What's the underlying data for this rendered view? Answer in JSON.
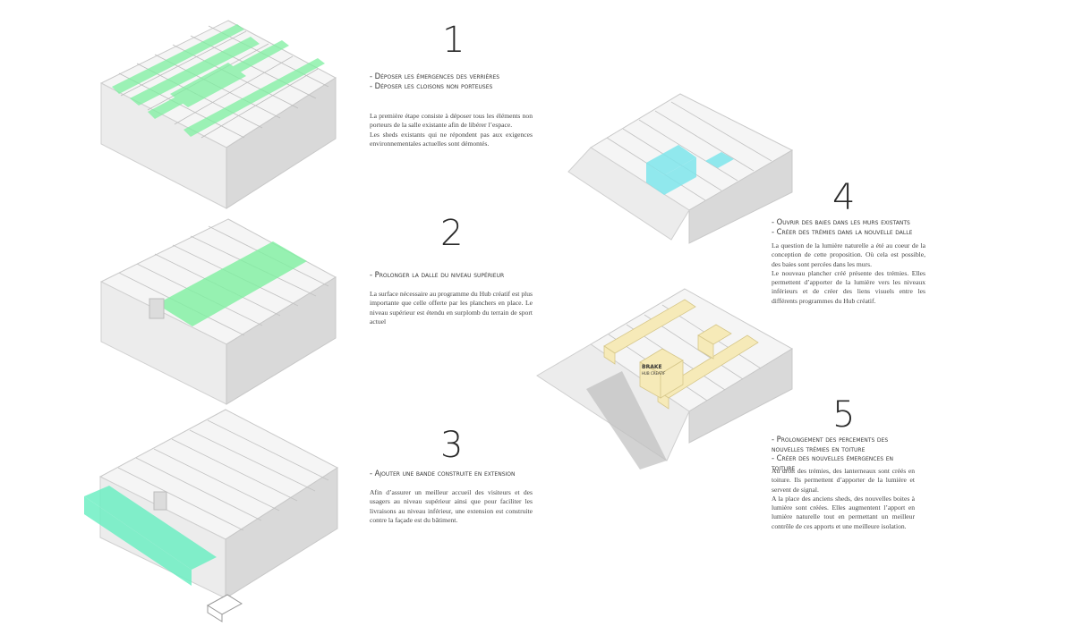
{
  "steps": [
    {
      "number": "1",
      "bullets": [
        "- Déposer les émergences des verrières",
        "- Déposer les cloisons non porteuses"
      ],
      "paragraphs": [
        "La première étape consiste à déposer tous les éléments non porteurs de la salle existante afin de libérer l’espace.",
        "Les sheds existants qui ne répondent pas aux exigences environnementales actuelles sont démontés."
      ]
    },
    {
      "number": "2",
      "bullets": [
        "- Prolonger la dalle du niveau supérieur"
      ],
      "paragraphs": [
        "La surface nécessaire au programme du Hub créatif est plus importante que celle offerte par les planchers en place. Le niveau supérieur est étendu en surplomb du terrain de sport actuel"
      ]
    },
    {
      "number": "3",
      "bullets": [
        "- Ajouter une bande construite en extension"
      ],
      "paragraphs": [
        "Afin d’assurer un meilleur accueil des visiteurs et des usagers au niveau supérieur ainsi que pour faciliter les livraisons au niveau inférieur, une extension est construite contre la façade est du bâtiment."
      ]
    },
    {
      "number": "4",
      "bullets": [
        "- Ouvrir des baies dans les murs existants",
        "- Créer des trémies dans la nouvelle dalle"
      ],
      "paragraphs": [
        "La question de la lumière naturelle a été au coeur de la conception de cette proposition. Où cela est possible, des baies sont percées dans les murs.",
        "Le nouveau plancher créé présente des trémies. Elles permettent d’apporter de la lumière vers les niveaux inférieurs et de créer des liens visuels entre les différents programmes du Hub créatif."
      ]
    },
    {
      "number": "5",
      "bullets": [
        "- Prolongement des percements des nouvelles trémies en toiture",
        "- Créer des nouvelles émergences en toiture"
      ],
      "paragraphs": [
        "Au droit des trémies, des lanterneaux sont créés en toiture. Ils permettent d’apporter de la lumière et servent de signal.",
        "A la place des anciens sheds, des nouvelles boites à lumière sont créées. Elles augmentent l’apport en lumière naturelle tout en permettant un meilleur contrôle de ces apports et une meilleure isolation."
      ]
    }
  ],
  "signage": {
    "line1": "BRAKE",
    "line2": "HUB CREATIF"
  },
  "colors": {
    "green": "#7ef0a0",
    "mint": "#6eefc4",
    "cyan": "#7fe6ec",
    "yellow": "#f6eab8",
    "wall": "#efefef",
    "wallDark": "#d9d9d9",
    "floor": "#f4f4f4"
  }
}
